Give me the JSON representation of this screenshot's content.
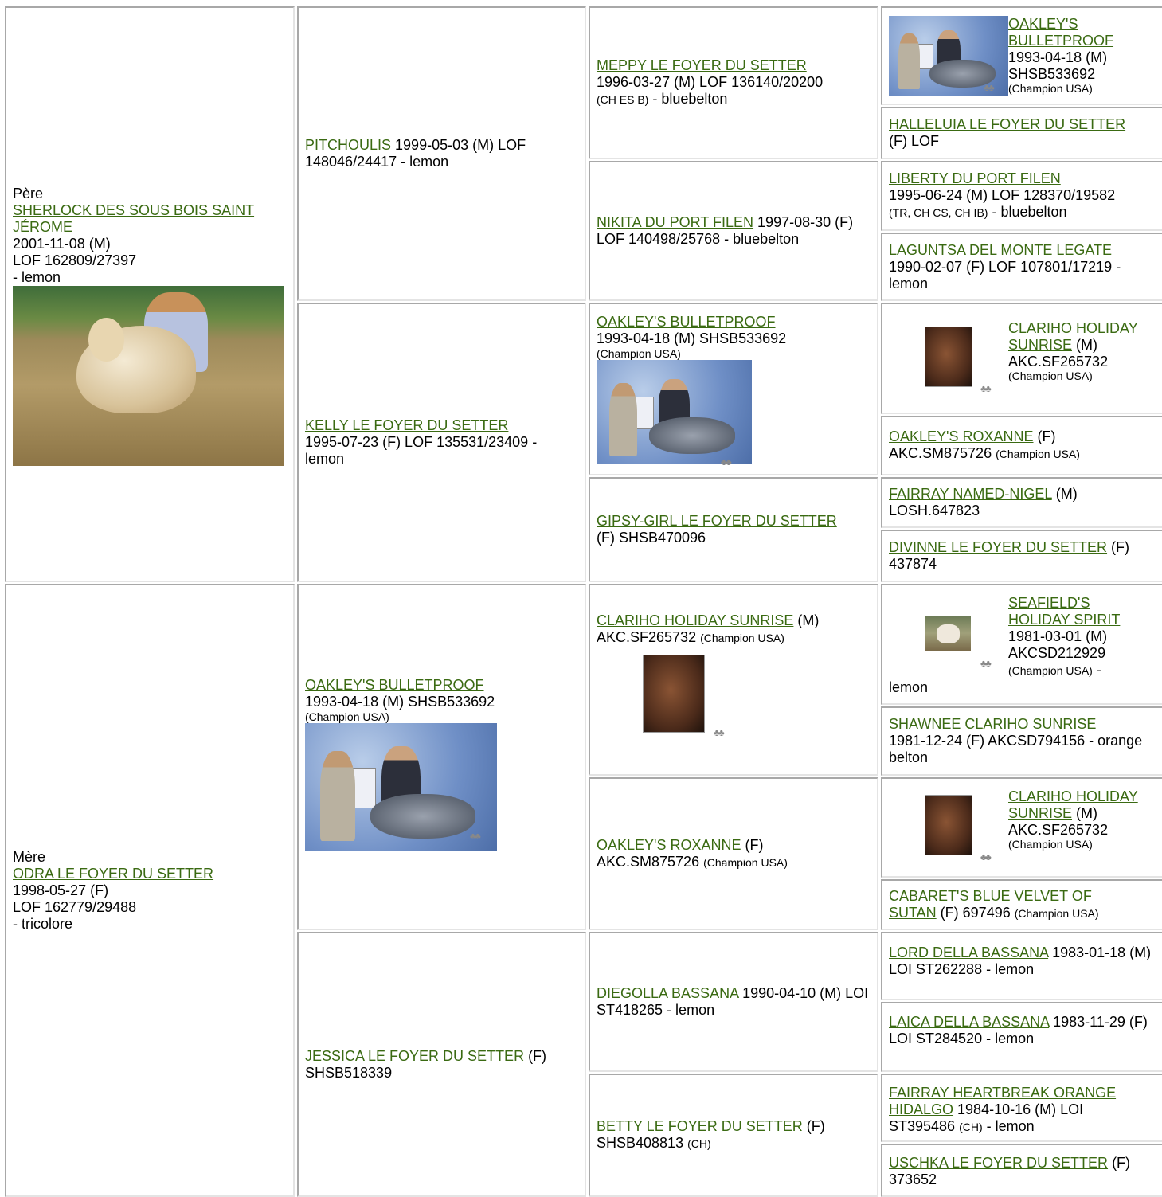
{
  "pedigree": {
    "sire": {
      "heading": "Père",
      "name": "SHERLOCK DES SOUS BOIS SAINT JÉROME",
      "birth": "2001-11-08 (M)",
      "reg": "LOF 162809/27397",
      "color": "- lemon",
      "photo_icon": "dog-photo"
    },
    "dam": {
      "heading": "Mère",
      "name": "ODRA LE FOYER DU SETTER",
      "birth": "1998-05-27 (F)",
      "reg": "LOF 162779/29488",
      "color": "- tricolore"
    },
    "g2": {
      "pitchoulis": {
        "name": "PITCHOULIS",
        "text": " 1999-05-03 (M) LOF 148046/24417 - lemon"
      },
      "kelly": {
        "name": "KELLY LE FOYER DU SETTER",
        "text": "1995-07-23 (F) LOF 135531/23409 - lemon"
      },
      "oakley": {
        "name": "OAKLEY'S BULLETPROOF",
        "text": "1993-04-18 (M) SHSB533692",
        "title": "(Champion USA)"
      },
      "jessica": {
        "name": "JESSICA LE FOYER DU SETTER",
        "text": " (F) SHSB518339"
      }
    },
    "g3": {
      "meppy": {
        "name": "MEPPY LE FOYER DU SETTER",
        "text": "1996-03-27 (M) LOF 136140/20200",
        "title": "(CH ES B)",
        "tail": " - bluebelton"
      },
      "nikita": {
        "name": "NIKITA DU PORT FILEN",
        "text": " 1997-08-30 (F) LOF 140498/25768 - bluebelton"
      },
      "oakley": {
        "name": "OAKLEY'S BULLETPROOF",
        "text": "1993-04-18 (M) SHSB533692",
        "title": "(Champion USA)"
      },
      "gipsy": {
        "name": "GIPSY-GIRL LE FOYER DU SETTER",
        "text": "(F) SHSB470096"
      },
      "clariho": {
        "name": "CLARIHO HOLIDAY SUNRISE",
        "text": " (M)",
        "text2": "AKC.SF265732",
        "title": "(Champion USA)"
      },
      "roxanne": {
        "name": "OAKLEY'S ROXANNE",
        "text": " (F)",
        "text2": "AKC.SM875726",
        "title": "(Champion USA)"
      },
      "diego": {
        "name": "DIEGOLLA BASSANA",
        "text": " 1990-04-10 (M) LOI ST418265 - lemon"
      },
      "betty": {
        "name": "BETTY LE FOYER DU SETTER",
        "text": " (F)",
        "text2": "SHSB408813",
        "title": "(CH)"
      }
    },
    "g4": {
      "oakley": {
        "name1": "OAKLEY'S",
        "name2": "BULLETPROOF",
        "text1": "1993-04-18 (M)",
        "text2": "SHSB533692",
        "title": "(Champion USA)"
      },
      "halleluia": {
        "name": "HALLELUIA LE FOYER DU SETTER",
        "text": "(F) LOF"
      },
      "liberty": {
        "name": "LIBERTY DU PORT FILEN",
        "text": "1995-06-24 (M) LOF 128370/19582",
        "title": "(TR, CH CS, CH IB)",
        "tail": " - bluebelton"
      },
      "laguntsa": {
        "name": "LAGUNTSA DEL MONTE LEGATE",
        "text": "1990-02-07 (F) LOF 107801/17219 - lemon"
      },
      "clariho1": {
        "name1": "CLARIHO HOLIDAY",
        "name2": "SUNRISE",
        "text1": " (M)",
        "text2": "AKC.SF265732",
        "title": "(Champion USA)"
      },
      "roxanne": {
        "name": "OAKLEY'S ROXANNE",
        "text": " (F)",
        "text2": "AKC.SM875726",
        "title": "(Champion USA)"
      },
      "fairray": {
        "name": "FAIRRAY NAMED-NIGEL",
        "text": " (M)",
        "text2": "LOSH.647823"
      },
      "divinne": {
        "name": "DIVINNE LE FOYER DU SETTER",
        "text": " (F)",
        "text2": "437874"
      },
      "seafield": {
        "name1": "SEAFIELD'S",
        "name2": "HOLIDAY SPIRIT",
        "text1": "1981-03-01 (M)",
        "text2": "AKCSD212929",
        "title": "(Champion USA)",
        "tail": " -",
        "tail2": "lemon"
      },
      "shawnee": {
        "name": "SHAWNEE CLARIHO SUNRISE",
        "text": "1981-12-24 (F) AKCSD794156 - orange belton"
      },
      "clariho2": {
        "name1": "CLARIHO HOLIDAY",
        "name2": "SUNRISE",
        "text1": " (M)",
        "text2": "AKC.SF265732",
        "title": "(Champion USA)"
      },
      "cabaret": {
        "name1": "CABARET'S BLUE VELVET OF",
        "name2": "SUTAN",
        "text": " (F) 697496 ",
        "title": "(Champion USA)"
      },
      "lord": {
        "name": "LORD DELLA BASSANA",
        "text": " 1983-01-18 (M) LOI ST262288 - lemon"
      },
      "laica": {
        "name": "LAICA DELLA BASSANA",
        "text": " 1983-11-29 (F) LOI ST284520 - lemon"
      },
      "fairrayh": {
        "name1": "FAIRRAY HEARTBREAK ORANGE",
        "name2": "HIDALGO",
        "text": " 1984-10-16 (M) LOI",
        "text2": "ST395486 ",
        "title": "(CH)",
        "tail": " - lemon"
      },
      "uschka": {
        "name": "USCHKA LE FOYER DU SETTER",
        "text": " (F)",
        "text2": "373652"
      }
    },
    "camera_icon": "camera-icon"
  }
}
